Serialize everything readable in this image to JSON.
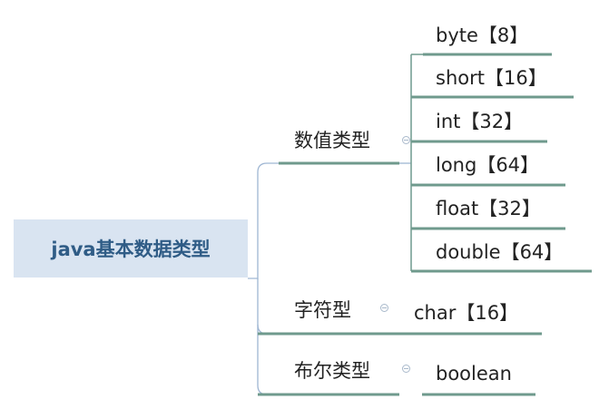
{
  "root": {
    "label": "java基本数据类型"
  },
  "branches": [
    {
      "label": "数值类型",
      "children": [
        "byte【8】",
        "short【16】",
        "int【32】",
        "long【64】",
        "float【32】",
        "double【64】"
      ]
    },
    {
      "label": "字符型",
      "children": [
        "char【16】"
      ]
    },
    {
      "label": "布尔类型",
      "children": [
        "boolean"
      ]
    }
  ],
  "colors": {
    "root_fill": "#d9e4f1",
    "root_text": "#2f5c86",
    "underline": "#6f9a8d",
    "connector": "#9fb6d3"
  }
}
